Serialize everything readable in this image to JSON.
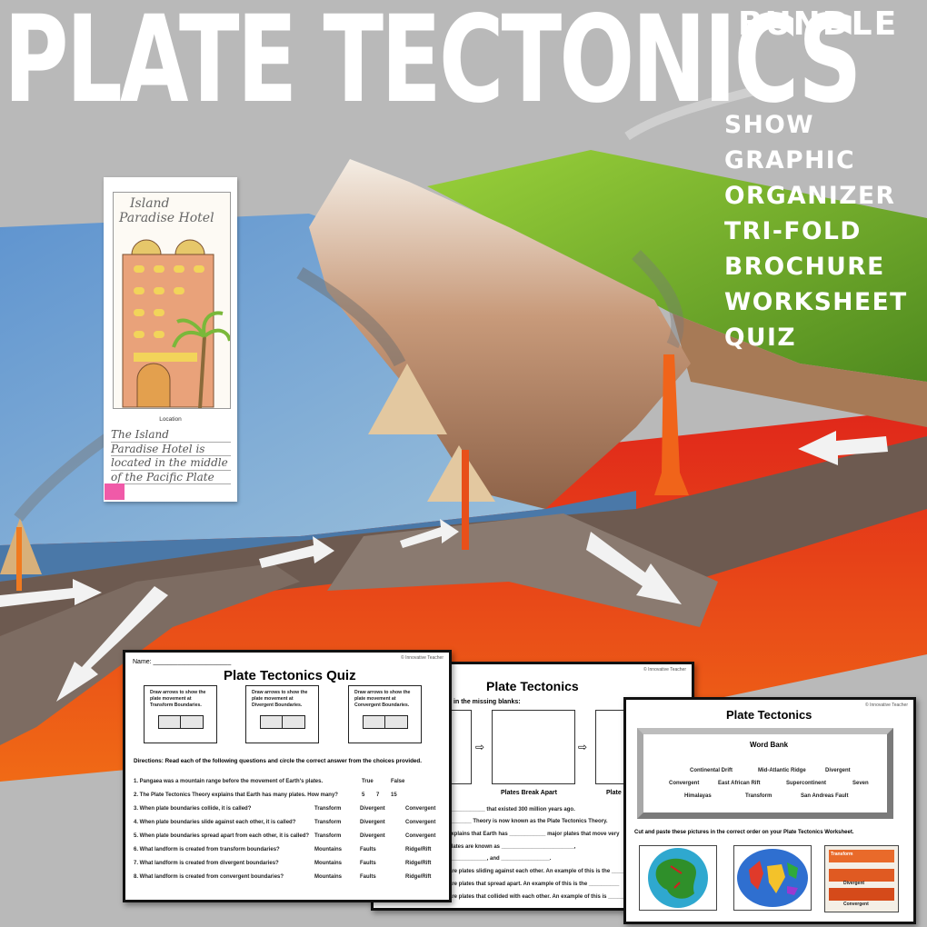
{
  "header": {
    "title": "PLATE TECTONICS",
    "bundle": "BUNDLE",
    "contents": [
      "SHOW",
      "GRAPHIC",
      "ORGANIZER",
      "TRI-FOLD",
      "BROCHURE",
      "WORKSHEET",
      "QUIZ"
    ]
  },
  "brochure": {
    "hotel_title_1": "Island",
    "hotel_title_2": "Paradise Hotel",
    "location_label": "Location",
    "handwriting": [
      "The Island",
      "Paradise Hotel is",
      "located in the middle",
      "of the Pacific Plate"
    ]
  },
  "quiz": {
    "name_label": "Name: ______________________",
    "credit": "© Innovative Teacher",
    "title": "Plate Tectonics Quiz",
    "boxes": [
      "Draw arrows to show the plate movement at Transform Boundaries.",
      "Draw arrows to show the plate movement at Divergent Boundaries.",
      "Draw arrows to show the plate movement at Convergent Boundaries."
    ],
    "directions": "Directions: Read each of the following questions and circle the correct answer from the choices provided.",
    "questions": [
      {
        "q": "1.  Pangaea was a mountain range before the movement of Earth's plates.",
        "options": [
          "True",
          "False"
        ]
      },
      {
        "q": "2.  The Plate Tectonics Theory explains that Earth has many plates. How many?",
        "options": [
          "5",
          "7",
          "15"
        ]
      },
      {
        "q": "3.  When plate boundaries collide, it is called?",
        "options": [
          "Transform",
          "Divergent",
          "Convergent"
        ]
      },
      {
        "q": "4.  When plate boundaries slide against each other, it is called?",
        "options": [
          "Transform",
          "Divergent",
          "Convergent"
        ]
      },
      {
        "q": "5.  When plate boundaries spread apart from each other, it is called?",
        "options": [
          "Transform",
          "Divergent",
          "Convergent"
        ]
      },
      {
        "q": "6.  What landform is created from transform boundaries?",
        "options": [
          "Mountains",
          "Faults",
          "Ridge/Rift"
        ]
      },
      {
        "q": "7.  What landform is created from divergent boundaries?",
        "options": [
          "Mountains",
          "Faults",
          "Ridge/Rift"
        ]
      },
      {
        "q": "8.  What landform is created from convergent boundaries?",
        "options": [
          "Mountains",
          "Faults",
          "Ridge/Rift"
        ]
      }
    ]
  },
  "organizer": {
    "credit": "© Innovative Teacher",
    "title": "Plate Tectonics",
    "instruction": "organizer below then fill in the missing blanks:",
    "caption_middle": "Plates Break Apart",
    "caption_right": "Plate",
    "lines": [
      "_________________ that existed 300 million years ago.",
      "_  ___________ Theory is now known as the Plate Tectonics Theory.",
      "explains that Earth has ____________ major plates that move very",
      "plates are known as ________________________,",
      "______________, and ________________.",
      "s are plates sliding against each other. An example of this is the ________",
      "s are plates that spread apart. An example of this is the __________",
      "s are plates that collided with each other. An example of this is _________"
    ]
  },
  "worksheet": {
    "credit": "© Innovative Teacher",
    "title": "Plate Tectonics",
    "word_bank_title": "Word Bank",
    "words": [
      "Continental Drift",
      "Mid-Atlantic Ridge",
      "Divergent",
      "Convergent",
      "East African Rift",
      "Supercontinent",
      "Seven",
      "Himalayas",
      "Transform",
      "San Andreas Fault"
    ],
    "instruction": "Cut and paste these pictures in the correct order on your Plate Tectonics Worksheet.",
    "layer_labels": [
      "Transform",
      "Divergent",
      "Convergent"
    ]
  },
  "colors": {
    "background": "#b9b9b9",
    "ocean": "#5a8fc8",
    "magma": "#e8301a",
    "land_green": "#7cbc2a",
    "title_text": "#ffffff"
  }
}
